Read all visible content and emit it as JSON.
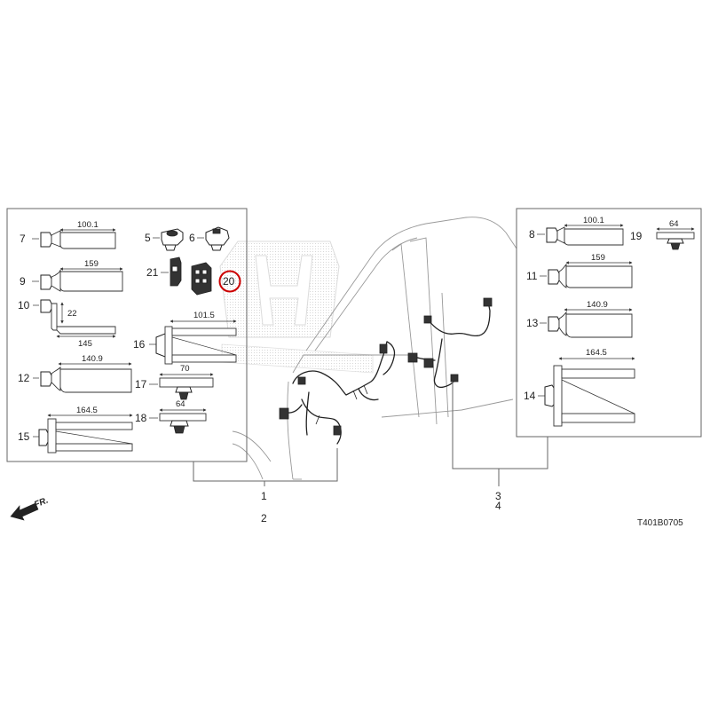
{
  "drawing_code": "T401B0705",
  "direction_label": "FR.",
  "parts": {
    "p1": "1",
    "p2": "2",
    "p3": "3",
    "p4": "4",
    "p5": "5",
    "p6": "6",
    "p7": "7",
    "p8": "8",
    "p9": "9",
    "p10": "10",
    "p11": "11",
    "p12": "12",
    "p13": "13",
    "p14": "14",
    "p15": "15",
    "p16": "16",
    "p17": "17",
    "p18": "18",
    "p19": "19",
    "p20": "20",
    "p21": "21"
  },
  "dimensions": {
    "d7": "100.1",
    "d9": "159",
    "d10a": "22",
    "d10b": "145",
    "d12": "140.9",
    "d15": "164.5",
    "d16": "101.5",
    "d17": "70",
    "d18": "64",
    "d8": "100.1",
    "d19": "64",
    "d11": "159",
    "d13": "140.9",
    "d14": "164.5"
  },
  "highlight": {
    "part": "20",
    "color": "#cc0000"
  },
  "colors": {
    "line": "#222222",
    "box": "#666666",
    "car_outline": "#999999",
    "watermark": "#dddddd"
  },
  "icons": [
    "front-direction-arrow-icon",
    "honda-logo-watermark-icon"
  ]
}
